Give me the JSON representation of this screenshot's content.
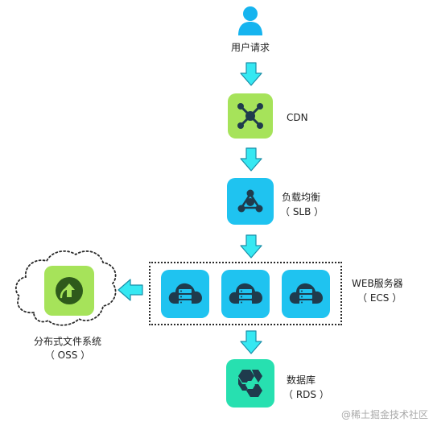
{
  "nodes": {
    "user": {
      "label": "用户请求",
      "icon": "user-icon"
    },
    "cdn": {
      "label": "CDN",
      "icon": "cdn-network-icon",
      "color": "#a6e35a"
    },
    "slb": {
      "label_line1": "负载均衡",
      "label_line2": "（ SLB ）",
      "icon": "load-balancer-icon",
      "color": "#1fc3f0"
    },
    "ecs": {
      "label_line1": "WEB服务器",
      "label_line2": "（ ECS ）",
      "icon": "server-cloud-icon",
      "color": "#1fc3f0",
      "count": 3
    },
    "oss": {
      "label_line1": "分布式文件系统",
      "label_line2": "（ OSS ）",
      "icon": "storage-upload-icon",
      "color": "#a6e35a"
    },
    "rds": {
      "label_line1": "数据库",
      "label_line2": "（ RDS ）",
      "icon": "database-icon",
      "color": "#27e0b0"
    }
  },
  "colors": {
    "arrow_fill": "#35e8f2",
    "arrow_stroke": "#1a8fa8",
    "icon_dark": "#1f3b4d",
    "oss_dark": "#2e5a1b"
  },
  "watermark": "@稀土掘金技术社区"
}
